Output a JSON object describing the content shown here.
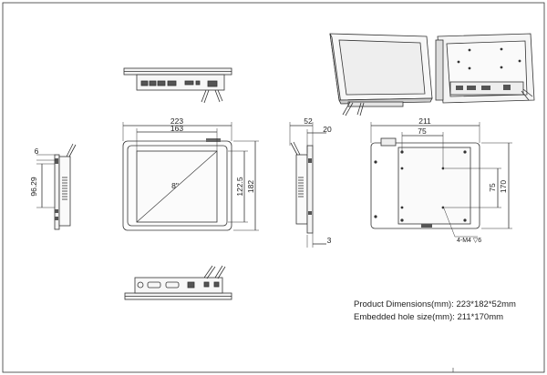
{
  "dimensions": {
    "top_width": "223",
    "inner_width": "163",
    "outer_height": "182",
    "inner_height": "122.5",
    "screen_size": "8\"",
    "side_depth": "52",
    "side_bezel": "20",
    "side_thickness": "3",
    "left_top": "6",
    "left_height": "96.29",
    "cutout_width": "211",
    "cutout_hole_x": "75",
    "cutout_hole_y": "75",
    "cutout_height": "170",
    "screw_spec": "4-M4 ▽6"
  },
  "captions": {
    "product": "Product Dimensions(mm): 223*182*52mm",
    "embedded": "Embedded hole size(mm): 211*170mm"
  }
}
